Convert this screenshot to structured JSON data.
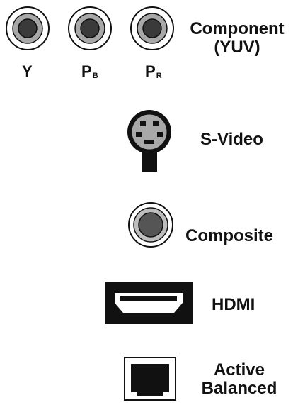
{
  "connectors": {
    "component": {
      "label_line1": "Component",
      "label_line2": "(YUV)",
      "channels": [
        {
          "main": "Y",
          "sub": ""
        },
        {
          "main": "P",
          "sub": "B"
        },
        {
          "main": "P",
          "sub": "R"
        }
      ]
    },
    "svideo": {
      "label": "S-Video"
    },
    "composite": {
      "label": "Composite"
    },
    "hdmi": {
      "label": "HDMI"
    },
    "active_balanced": {
      "label_line1": "Active",
      "label_line2": "Balanced"
    }
  },
  "colors": {
    "ink": "#111111",
    "ring_gray": "#a8a8a8",
    "jack_dark": "#555555",
    "jack_center": "#3a3a3a",
    "port_gray": "#bbbbbb"
  }
}
